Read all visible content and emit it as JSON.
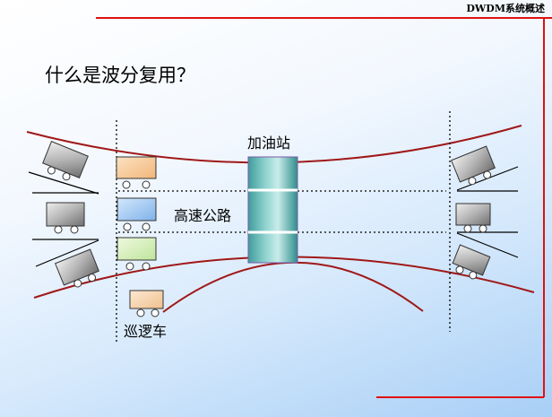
{
  "header": {
    "title": "DWDM系统概述"
  },
  "slide": {
    "title": "什么是波分复用？"
  },
  "labels": {
    "station": "加油站",
    "highway": "高速公路",
    "patrol": "巡逻车"
  },
  "colors": {
    "road_line": "#a01818",
    "frame_line": "#e01010",
    "truck_body": "#9a9a9a",
    "car_orange": "#f7c990",
    "car_blue": "#a7cdf5",
    "car_green": "#d6f0b6",
    "car_patrol": "#f7d6b0",
    "station": "#7cc7c4"
  }
}
